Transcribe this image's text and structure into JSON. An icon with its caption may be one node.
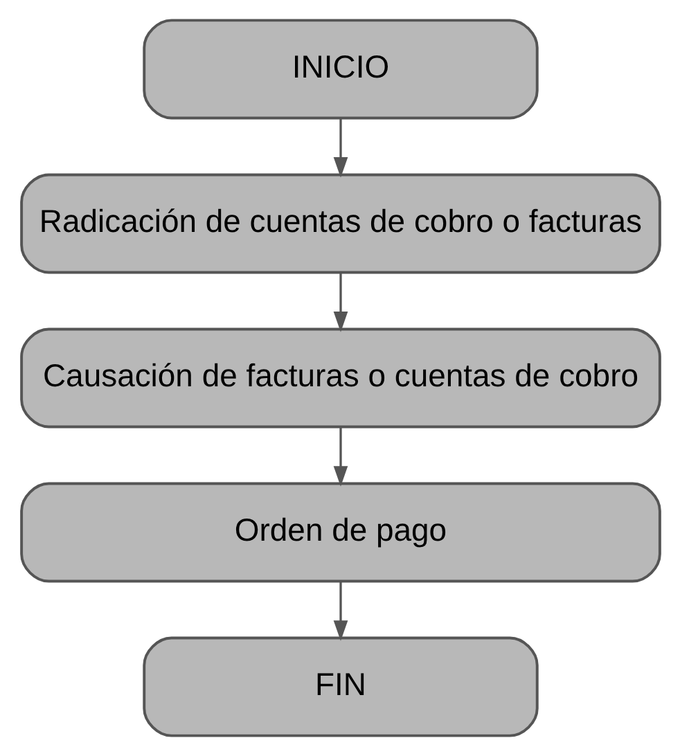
{
  "diagram": {
    "nodes": [
      {
        "text": [
          "INICIO"
        ]
      },
      {
        "text": [
          "Radicación de cuentas de cobro o facturas"
        ]
      },
      {
        "text": [
          "Causación de facturas o cuentas de cobro"
        ]
      },
      {
        "text": [
          "Orden de pago"
        ]
      },
      {
        "text": [
          "FIN"
        ]
      }
    ],
    "edges": [
      {
        "from": 0,
        "to": 1,
        "arrow": "to"
      },
      {
        "from": 1,
        "to": 2,
        "arrow": "to"
      },
      {
        "from": 2,
        "to": 3,
        "arrow": "to"
      },
      {
        "from": 3,
        "to": 4,
        "arrow": "to"
      }
    ]
  }
}
